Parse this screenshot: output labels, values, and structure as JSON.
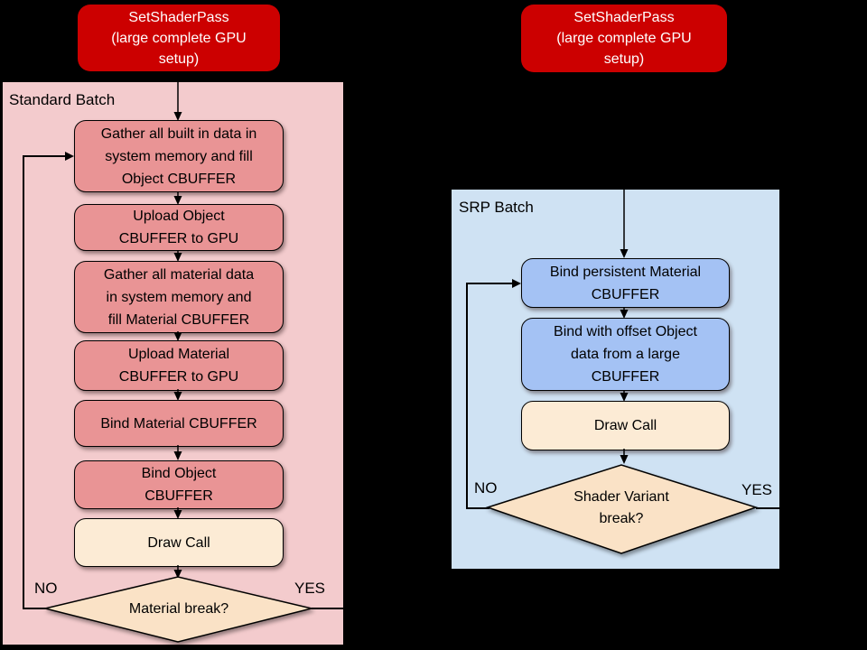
{
  "diagram": {
    "title_semantic": "Standard Batch vs SRP Batch rendering flowchart",
    "colors": {
      "background": "#000000",
      "header_red": "#CC0000",
      "standard_container": "#F3CBCD",
      "standard_step": "#E99495",
      "srp_container": "#CFE2F3",
      "srp_step": "#A4C2F4",
      "draw_call_fill": "#FCEBD5",
      "decision_fill": "#FAE2C6",
      "header_text": "#FFFFFF",
      "body_text": "#000000"
    },
    "left": {
      "header": "SetShaderPass\n(large complete GPU\nsetup)",
      "label": "Standard Batch",
      "steps": [
        "Gather all built in data in\nsystem memory and fill\nObject CBUFFER",
        "Upload Object\nCBUFFER to GPU",
        "Gather all material data\nin system memory and\nfill Material CBUFFER",
        "Upload Material\nCBUFFER to GPU",
        "Bind Material CBUFFER",
        "Bind Object\nCBUFFER",
        "Draw Call"
      ],
      "decision": "Material break?",
      "no_label": "NO",
      "yes_label": "YES"
    },
    "right": {
      "header": "SetShaderPass\n(large complete GPU\nsetup)",
      "label": "SRP Batch",
      "steps": [
        "Bind persistent Material\nCBUFFER",
        "Bind with offset Object\ndata from a large\nCBUFFER",
        "Draw Call"
      ],
      "decision": "Shader Variant\nbreak?",
      "no_label": "NO",
      "yes_label": "YES"
    }
  }
}
